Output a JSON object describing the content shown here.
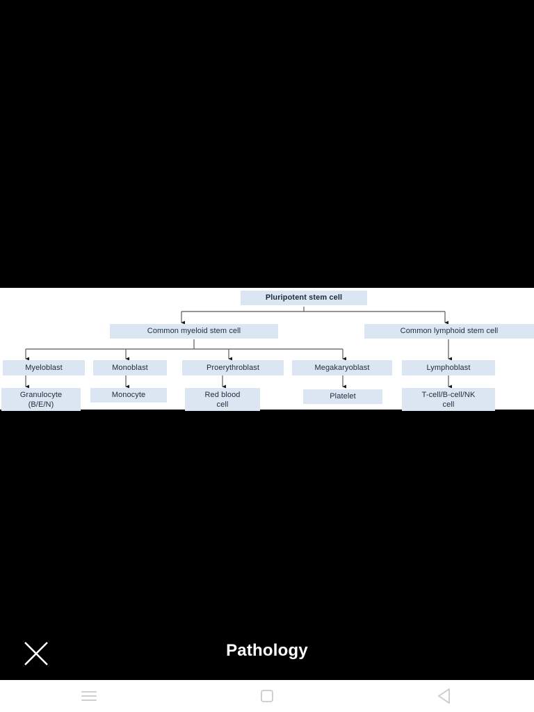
{
  "viewer": {
    "title": "Pathology",
    "background_color": "#000000",
    "close_icon": "close-icon"
  },
  "page": {
    "background_color": "#ffffff",
    "node_fill_color": "#dce6f2",
    "node_text_color": "#1c2b3a",
    "connector_color": "#595959"
  },
  "diagram": {
    "type": "hierarchy-flowchart",
    "title": "Haematopoiesis lineage chart",
    "levels": [
      {
        "level": 1,
        "nodes": [
          {
            "id": "pluripotent",
            "label": "Pluripotent stem cell",
            "bold": true
          }
        ]
      },
      {
        "level": 2,
        "nodes": [
          {
            "id": "myeloid",
            "label": "Common myeloid stem cell",
            "bold": false
          },
          {
            "id": "lymphoid",
            "label": "Common lymphoid stem cell",
            "bold": false
          }
        ]
      },
      {
        "level": 3,
        "nodes": [
          {
            "id": "myeloblast",
            "label": "Myeloblast",
            "bold": false
          },
          {
            "id": "monoblast",
            "label": "Monoblast",
            "bold": false
          },
          {
            "id": "proerythroblast",
            "label": "Proerythroblast",
            "bold": false
          },
          {
            "id": "megakaryoblast",
            "label": "Megakaryoblast",
            "bold": false
          },
          {
            "id": "lymphoblast",
            "label": "Lymphoblast",
            "bold": false
          }
        ]
      },
      {
        "level": 4,
        "nodes": [
          {
            "id": "granulocyte",
            "label": "Granulocyte (B/E/N)",
            "bold": false
          },
          {
            "id": "monocyte",
            "label": "Monocyte",
            "bold": false
          },
          {
            "id": "redbloodcell",
            "label": "Red blood cell",
            "bold": false
          },
          {
            "id": "platelet",
            "label": "Platelet",
            "bold": false
          },
          {
            "id": "tbnk",
            "label": "T-cell/B-cell/NK cell",
            "bold": false
          }
        ]
      }
    ],
    "node_labels": {
      "pluripotent": "Pluripotent stem cell",
      "myeloid": "Common myeloid stem cell",
      "lymphoid": "Common lymphoid stem cell",
      "myeloblast": "Myeloblast",
      "monoblast": "Monoblast",
      "proerythroblast": "Proerythroblast",
      "megakaryoblast": "Megakaryoblast",
      "lymphoblast": "Lymphoblast",
      "granulocyte_line1": "Granulocyte",
      "granulocyte_line2": "(B/E/N)",
      "monocyte": "Monocyte",
      "redblood_line1": "Red blood",
      "redblood_line2": "cell",
      "platelet": "Platelet",
      "tbnk_line1": "T-cell/B-cell/NK",
      "tbnk_line2": "cell"
    },
    "edges": [
      {
        "from": "pluripotent",
        "to": "myeloid"
      },
      {
        "from": "pluripotent",
        "to": "lymphoid"
      },
      {
        "from": "myeloid",
        "to": "myeloblast"
      },
      {
        "from": "myeloid",
        "to": "monoblast"
      },
      {
        "from": "myeloid",
        "to": "proerythroblast"
      },
      {
        "from": "myeloid",
        "to": "megakaryoblast"
      },
      {
        "from": "lymphoid",
        "to": "lymphoblast"
      },
      {
        "from": "myeloblast",
        "to": "granulocyte"
      },
      {
        "from": "monoblast",
        "to": "monocyte"
      },
      {
        "from": "proerythroblast",
        "to": "redbloodcell"
      },
      {
        "from": "megakaryoblast",
        "to": "platelet"
      },
      {
        "from": "lymphoblast",
        "to": "tbnk"
      }
    ]
  },
  "navbar": {
    "background_color": "#ffffff",
    "icon_color": "#cccccc",
    "buttons": [
      {
        "id": "recents",
        "icon": "menu-icon"
      },
      {
        "id": "home",
        "icon": "square-icon"
      },
      {
        "id": "back",
        "icon": "back-triangle-icon"
      }
    ]
  }
}
